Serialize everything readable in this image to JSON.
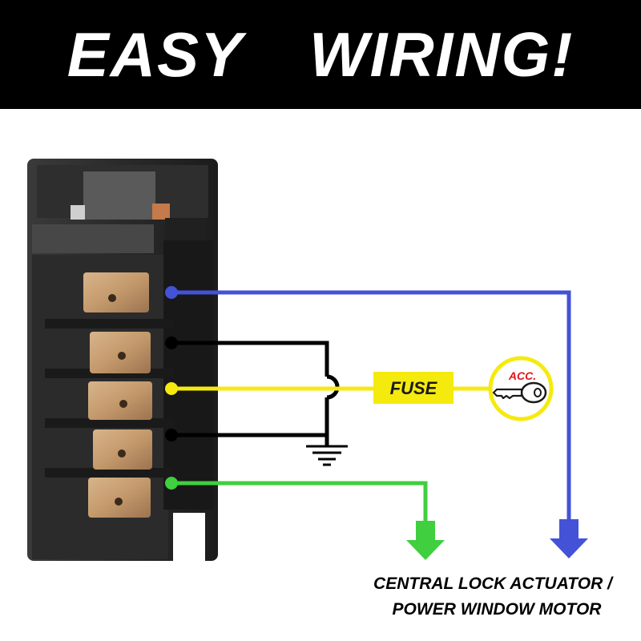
{
  "header": {
    "title": "EASY  WIRING!"
  },
  "diagram": {
    "fuse_label": "FUSE",
    "key_label": "ACC.",
    "destination_line1": "CENTRAL LOCK ACTUATOR /",
    "destination_line2": "POWER WINDOW MOTOR",
    "wire_colors": {
      "blue": "#4452d8",
      "black": "#000000",
      "yellow": "#f5ea0e",
      "green": "#3fcf3f"
    },
    "accent_colors": {
      "acc_text": "#e3141c",
      "banner": "#000000"
    }
  }
}
